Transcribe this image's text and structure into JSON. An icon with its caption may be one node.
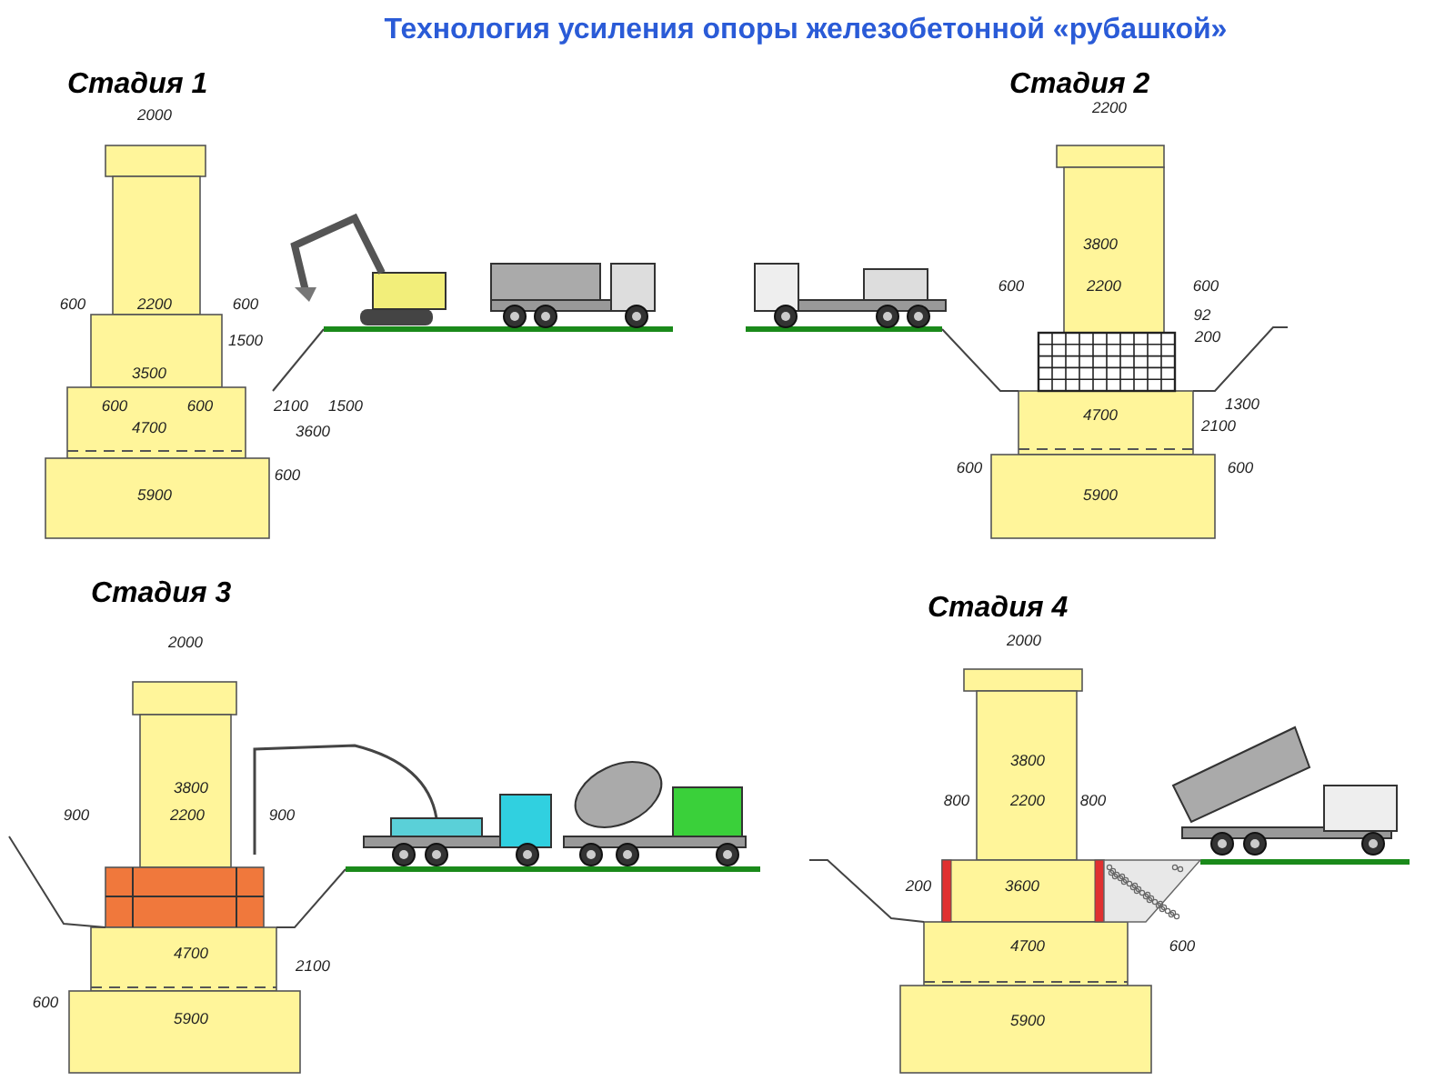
{
  "diagram": {
    "title": "Технология усиления опоры железобетонной «рубашкой»",
    "labels": [
      "Стадия 1",
      "2000",
      "600",
      "2200",
      "600",
      "1500",
      "3500",
      "600",
      "600",
      "2100",
      "1500",
      "4700",
      "3600",
      "600",
      "5900",
      "Стадия 2",
      "2200",
      "3800",
      "600",
      "2200",
      "600",
      "92",
      "200",
      "4700",
      "1300",
      "2100",
      "600",
      "600",
      "5900",
      "Стадия 3",
      "2000",
      "3800",
      "900",
      "2200",
      "900",
      "4700",
      "2100",
      "600",
      "5900",
      "Стадия 4",
      "2000",
      "3800",
      "800",
      "2200",
      "800",
      "200",
      "3600",
      "4700",
      "600",
      "5900"
    ]
  }
}
